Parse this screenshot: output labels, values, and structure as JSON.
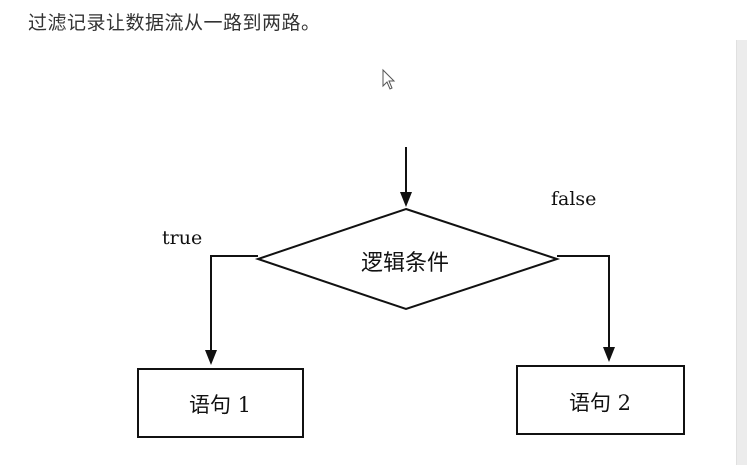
{
  "description_text": "过滤记录让数据流从一路到两路。",
  "diagram": {
    "condition_label": "逻辑条件",
    "true_label": "true",
    "false_label": "false",
    "left_box_label": "语句 1",
    "right_box_label": "语句 2"
  },
  "icons": {
    "cursor": "mouse-cursor-icon"
  }
}
